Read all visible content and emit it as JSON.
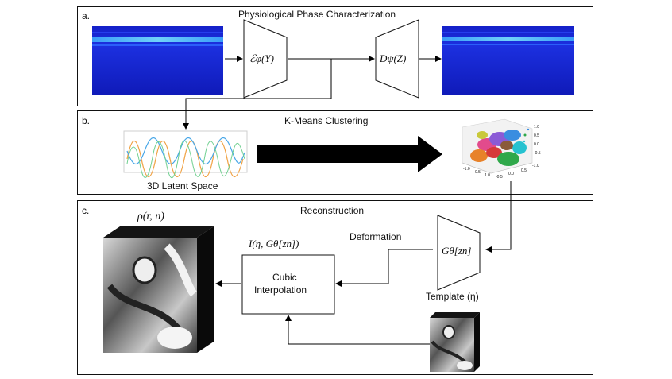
{
  "panels": {
    "a": {
      "letter": "a.",
      "title": "Physiological Phase Characterization",
      "encoder": "ℰφ(Y)",
      "decoder": "Dψ(Z)"
    },
    "b": {
      "letter": "b.",
      "title": "K-Means Clustering",
      "latent_label": "3D Latent Space",
      "scatter_ticks": [
        "1.0",
        "0.5",
        "0.0",
        "-0.5",
        "-1.0",
        "0.5",
        "1.0",
        "-0.5",
        "0.0",
        "0.5",
        "-1.0"
      ]
    },
    "c": {
      "letter": "c.",
      "title": "Reconstruction",
      "volume_label": "ρ(r, n)",
      "interp_expr": "I(η, Gθ[zn])",
      "interp_box": [
        "Cubic",
        "Interpolation"
      ],
      "deformation": "Deformation",
      "generator": "Gθ[zn]",
      "template": "Template (η)"
    }
  },
  "colors": {
    "border": "#111111",
    "heatmap_bg": "#1a23d6",
    "heatmap_band": "#5fe0ff",
    "arrow": "#000000"
  }
}
